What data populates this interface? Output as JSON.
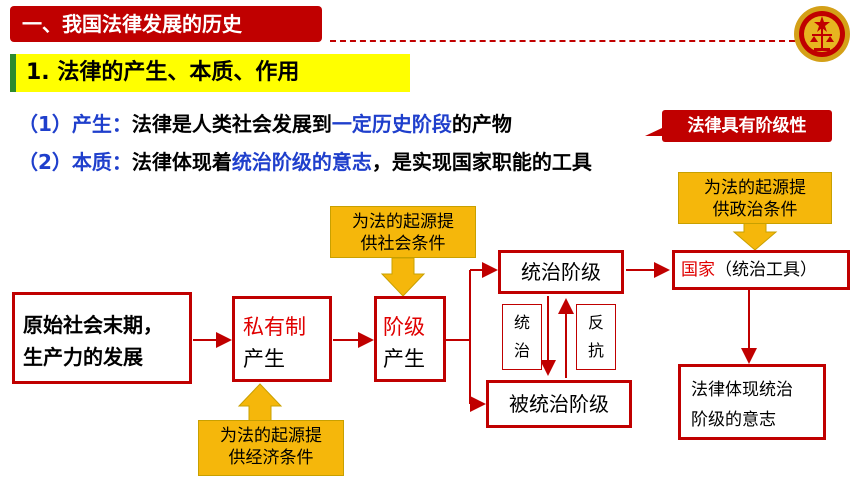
{
  "header": {
    "section_title": "一、我国法律发展的历史",
    "subsection_title": "1. 法律的产生、本质、作用"
  },
  "lines": {
    "origin_prefix": "（1）产生：",
    "origin_text_a": "法律是人类社会发展到",
    "origin_highlight": "一定历史阶段",
    "origin_text_b": "的产物",
    "essence_prefix": "（2）本质：",
    "essence_text_a": "法律体现着",
    "essence_highlight": "统治阶级的意志",
    "essence_text_b": "，是实现国家职能的工具"
  },
  "tag": {
    "class_nature": "法律具有阶级性"
  },
  "diagram": {
    "start_line1": "原始社会末期，",
    "start_line2": "生产力的发展",
    "private_red": "私有制",
    "private_black": "产生",
    "class_red": "阶级",
    "class_black": "产生",
    "ruling_class": "统治阶级",
    "ruled_class": "被统治阶级",
    "rule_v1": "统",
    "rule_v2": "治",
    "resist_v1": "反",
    "resist_v2": "抗",
    "state_red": "国家",
    "state_black": "（统治工具）",
    "law_reflect_line1": "法律体现统治",
    "law_reflect_line2": "阶级的意志",
    "cond_social_line1": "为法的起源提",
    "cond_social_line2": "供社会条件",
    "cond_economic_line1": "为法的起源提",
    "cond_economic_line2": "供经济条件",
    "cond_political_line1": "为法的起源提",
    "cond_political_line2": "供政治条件"
  },
  "colors": {
    "red": "#c00000",
    "blue": "#1f3fcc",
    "gold": "#f5b70b",
    "highlight": "#ffff00"
  },
  "icons": {
    "emblem": "court-emblem-icon"
  }
}
